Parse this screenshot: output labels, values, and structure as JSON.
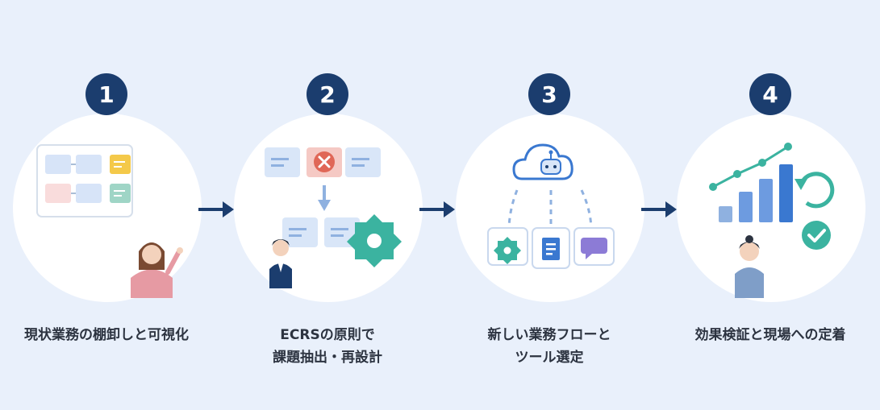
{
  "steps": [
    {
      "number": "1",
      "label_lines": [
        "現状業務の棚卸しと可視化"
      ]
    },
    {
      "number": "2",
      "label_lines": [
        "ECRSの原則で",
        "課題抽出・再設計"
      ]
    },
    {
      "number": "3",
      "label_lines": [
        "新しい業務フローと",
        "ツール選定"
      ]
    },
    {
      "number": "4",
      "label_lines": [
        "効果検証と現場への定着"
      ]
    }
  ],
  "colors": {
    "background": "#e9f0fb",
    "badge": "#1b3d6e",
    "card": "#d9e6f8",
    "accent_teal": "#3bb3a0",
    "accent_red": "#e06757",
    "accent_yellow": "#f4c94a",
    "accent_purple": "#8c7bd6",
    "bar_blue": "#3a78d0"
  },
  "icons": [
    "person-icon",
    "cross-icon",
    "gear-icon",
    "cloud-robot-icon",
    "document-icon",
    "chat-icon",
    "growth-chart-icon",
    "refresh-icon",
    "check-icon"
  ]
}
